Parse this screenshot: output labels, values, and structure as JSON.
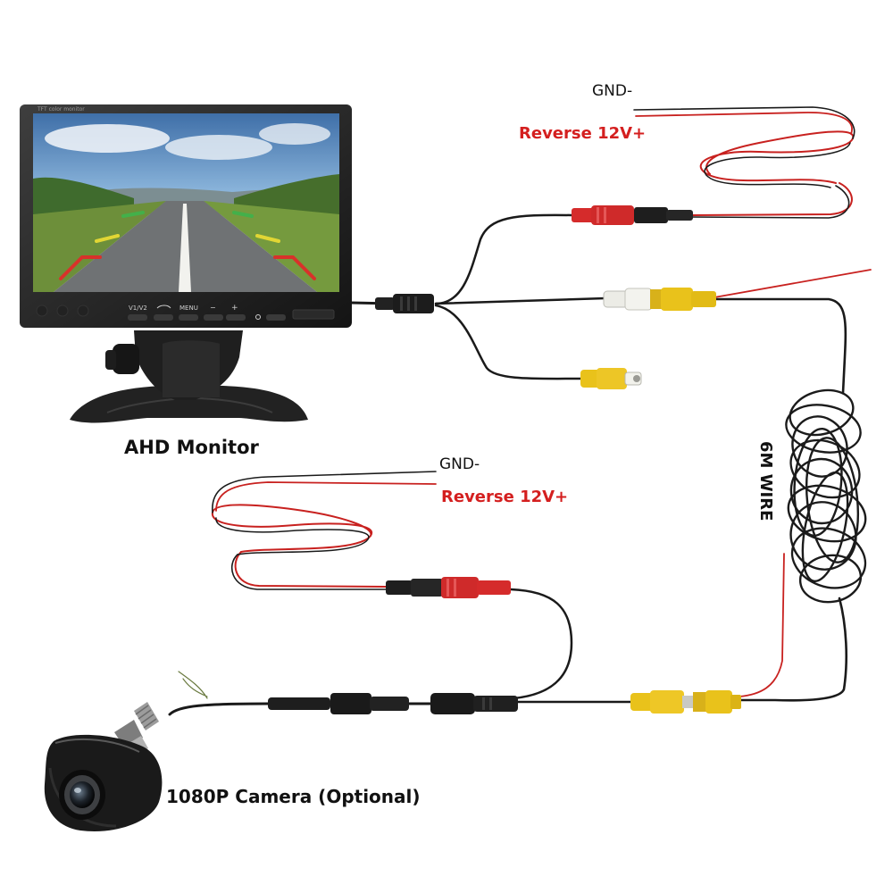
{
  "labels": {
    "monitor_caption": "AHD Monitor",
    "camera_caption": "1080P Camera (Optional)",
    "wire_length": "6M WIRE",
    "monitor_gnd": "GND-",
    "monitor_reverse": "Reverse 12V+",
    "camera_gnd": "GND-",
    "camera_reverse": "Reverse 12V+",
    "monitor_bezel_text": "TFT color monitor",
    "button_v1v2": "V1/V2",
    "button_menu": "MENU",
    "button_minus": "−",
    "button_plus": "+"
  },
  "colors": {
    "wire_black": "#1a1a1a",
    "wire_red": "#c8211f",
    "rca_yellow": "#e9c21b",
    "rca_white": "#ecece6",
    "rca_red": "#d52b2b",
    "label_red": "#d41f1f"
  },
  "icons": {
    "monitor": "monitor-icon",
    "camera": "camera-icon",
    "cable_coil": "cable-coil-icon"
  }
}
